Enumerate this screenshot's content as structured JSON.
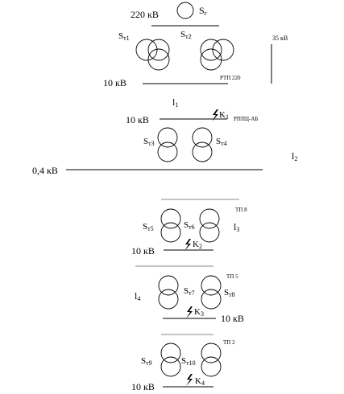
{
  "colors": {
    "ink": "#000000",
    "background": "#ffffff",
    "faint_bus": "#888888"
  },
  "icons": {
    "fault": "lightning-fault-icon"
  },
  "voltages": {
    "v220": "220 кВ",
    "v35": "35 кВ",
    "v10_rpp": "10 кВ",
    "v10_rppc": "10 кВ",
    "v04": "0,4 кВ",
    "v10_tp8": "10 кВ",
    "v10_tp5": "10 кВ",
    "v10_tp2": "10 кВ"
  },
  "sources": {
    "gen": {
      "s": "S",
      "sub": "г"
    },
    "t1": {
      "s": "S",
      "sub": "т1"
    },
    "t2": {
      "s": "S",
      "sub": "т2"
    },
    "t3": {
      "s": "S",
      "sub": "т3"
    },
    "t4": {
      "s": "S",
      "sub": "т4"
    },
    "t5": {
      "s": "S",
      "sub": "т5"
    },
    "t6": {
      "s": "S",
      "sub": "т6"
    },
    "t7": {
      "s": "S",
      "sub": "т7"
    },
    "t8": {
      "s": "S",
      "sub": "т8"
    },
    "t9": {
      "s": "S",
      "sub": "т9"
    },
    "t10": {
      "s": "S",
      "sub": "т10"
    }
  },
  "lines": {
    "l1": {
      "s": "l",
      "sub": "1"
    },
    "l2": {
      "s": "l",
      "sub": "2"
    },
    "l3": {
      "s": "l",
      "sub": "3"
    },
    "l4": {
      "s": "l",
      "sub": "4"
    }
  },
  "faults": {
    "k1": {
      "s": "K",
      "sub": "1"
    },
    "k2": {
      "s": "K",
      "sub": "2"
    },
    "k3": {
      "s": "K",
      "sub": "3"
    },
    "k4": {
      "s": "K",
      "sub": "4"
    }
  },
  "substations": {
    "rtp": "РТП 220",
    "rppc": "РППЦ-АБ",
    "tp8": "ТП 8",
    "tp5": "ТП 5",
    "tp2": "ТП 2"
  }
}
